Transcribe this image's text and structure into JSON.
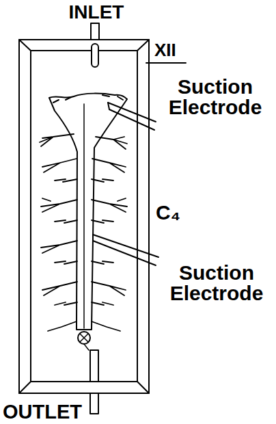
{
  "diagram": {
    "labels": [
      "INLET",
      "XII",
      "Suction Electrode",
      "C₄",
      "Suction Electrode",
      "OUTLET"
    ]
  }
}
